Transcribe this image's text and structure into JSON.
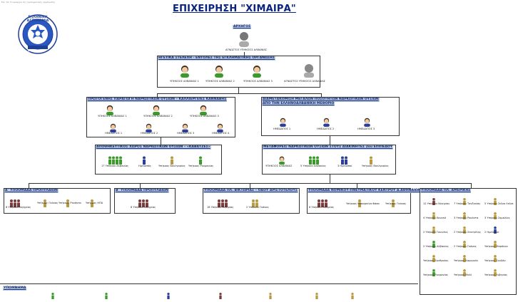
{
  "title": "ΕΠΙΧΕΙΡΗΣΗ \"ΧΙΜΑΙΡΑ\"",
  "top_note": "Εικ. 10. Η ιεραρχία της εγκληματικής οργάνωσης",
  "logo": {
    "text_top": "ΕΛΛΗΝΙΚΗ ΑΣΤΥΝΟΜΙΑ",
    "text_bottom": "ΑΣΤΥΝΟΜΙΑ",
    "colors": {
      "ring": "#1d3f9a",
      "inner": "#2a58c0"
    }
  },
  "leader": {
    "header": "ΑΡΧΗΓΟΣ",
    "label": "ΑΓΝΩΣΤΟΣ ΥΠΗΚΟΟΣ ΑΛΒΑΝΙΑΣ"
  },
  "cadres": {
    "header": "ΗΓΕΤΙΚΑ ΣΤΕΛΕΧΗ - ΕΝΤΟΛΕΣ ΤΗΣ ΕΓΚΛΗΜΑΤΙΚΗΣ ΟΡΓΑΝΩΣΗΣ",
    "items": [
      "ΥΠΗΚΟΟΣ ΑΛΒΑΝΙΑΣ 1",
      "ΥΠΗΚΟΟΣ ΑΛΒΑΝΙΑΣ 2",
      "ΥΠΗΚΟΟΣ ΑΛΒΑΝΙΑΣ 3",
      "ΑΓΝΩΣΤΟΣ ΥΠΗΚΟΟΣ ΑΛΒΑΝΙΑΣ"
    ]
  },
  "production": {
    "header": "ΠΡΩΤΟΓΕΝΗΣ ΠΑΡΑΓΩΓΗ ΝΑΡΚΩΤΙΚΩΝ ΟΥΣΙΩΝ – ΚΑΛΛΙΕΡΓΕΙΕΣ ΚΑΝΝΑΒΗΣ",
    "top": [
      "ΥΠΗΚΟΟΣ ΑΛΒΑΝΙΑΣ 1",
      "ΥΠΗΚΟΟΣ ΑΛΒΑΝΙΑΣ 2",
      "ΥΠΗΚΟΟΣ ΑΛΒΑΝΙΑΣ 3"
    ],
    "bottom": [
      "ΗΜΕΔΑΠΟΣ 1",
      "ΗΜΕΔΑΠΟΣ 2",
      "ΗΜΕΔΑΠΟΣ 3",
      "ΗΜΕΔΑΠΟΣ 4"
    ]
  },
  "border": {
    "header_line1": "ΔΙΑΜΕΤΑΚΟΜΙΣΗ ΜΕΓΑΛΩΝ ΠΟΣΟΤΗΤΩΝ ΝΑΡΚΩΤΙΚΩΝ ΟΥΣΙΩΝ",
    "header_line2": "ΑΠΟ ΤΗΝ ΕΛΛΗΝΟΑΛΒΑΝΙΚΗ ΜΕΘΟΡΙΟ",
    "items": [
      "ΗΜΕΔΑΠΟΣ 1",
      "ΗΜΕΔΑΠΟΣ 2",
      "ΗΜΕΔΑΠΟΣ 3"
    ]
  },
  "storage": {
    "header": "ΑΠΟΘΗΚΕΥΤΙΚΟΣ ΧΩΡΟΣ ΝΑΡΚΩΤΙΚΩΝ ΟΥΣΙΩΝ – «ΚΑΒΑΤΖΕΣ»",
    "items": [
      "17 Υπήκοοι Αλβανίας",
      "Ημεδαπός",
      "Υπήκοος Βουλγαρίας",
      "Υπήκοος Ρουμανίας"
    ]
  },
  "transport": {
    "header": "ΜΕΤΑΦΟΡΕΙΣ ΝΑΡΚΩΤΙΚΩΝ ΟΥΣΙΩΝ ΣΤΟΥΣ ΔΙΑΚΙΝΗΤΕΣ 2ου ΕΠΙΠΕΔΟΥ",
    "items": [
      "ΥΠΗΚΟΟΣ ΑΛΒΑΝΙΑΣ",
      "5 Υπήκοοι Αλβανίας",
      "3 Ημεδαποί",
      "Υπήκοος Βουλγαρίας"
    ]
  },
  "groups": [
    {
      "header": "Α΄ ΥΠΟΟΜΑΔΑ ΠΡΟΠΥΛΑΙΩΝ",
      "items": [
        "8 Υπήκοοι Νιγηρίας",
        "Υπήκοος Γκάνας",
        "Υπήκοος Ρουάντα",
        "Υπήκοος ΗΠΑ"
      ]
    },
    {
      "header": "Β΄ ΥΠΟΟΜΑΔΑ ΠΡΟΠΥΛΑΙΩΝ",
      "items": [
        "8 Υπήκοοι Νιγηρίας"
      ]
    },
    {
      "header": "ΥΠΟΟΜΑΔΑ ΠΛ. ΒΙΚΤΩΡΙΑΣ – ΟΔΟΥ ΑΡΙΣΤΟΤΕΛΟΥΣ",
      "items": [
        "18 Υπήκοοι Νιγηρίας",
        "2 Υπήκοοι Γκάνας"
      ]
    },
    {
      "header": "ΥΠΟΟΜΑΔΑ ΝΟΜΙΚΟΥ-ΠΝΕΥΜΑΤΙΚΟΥ ΚΕΝΤΡΟΥ Δ.ΑΘΗΝΑΙΩΝ",
      "items": [
        "8 Υπήκοοι Νιγηρίας",
        "Υπήκοος Μπουρκίνα Φάσο",
        "Υπήκοος Γκάνας"
      ]
    }
  ],
  "america_group": {
    "header": "ΥΠΟΟΜΑΔΑ ΠΛ. ΑΜΕΡΙΚΗΣ",
    "items": [
      "12 Υπήκοοι Νιγηρίας",
      "7 Υπήκοοι Τανζανίας",
      "5 Υπήκοοι Σιέρα Λεόνε",
      "4 Υπήκοοι Κονγκό",
      "3 Υπήκοοι Ρουάντα",
      "3 Υπήκοοι Σομαλίας",
      "2 Υπήκοοι Γουινέας",
      "2 Υπήκοοι Σενεγάλης",
      "2 Ημεδαποί",
      "2 Υπήκοοι Αλβανίας",
      "2 Υπήκοοι Γκάνας",
      "Υπήκοος Μαρόκου",
      "Υπήκοος Ερυθραίας",
      "Υπήκοος Καμερούν",
      "Υπήκοος Σουδάν",
      "Υπήκοος Ρουμανίας",
      "Υπήκοος Μαλί",
      "Υπήκοος Λιβερίας"
    ]
  },
  "legend": {
    "header": "ΥΠΟΜΝΗΜΑ"
  },
  "colors": {
    "albania": "#3a9a2a",
    "greek": "#2b3f9a",
    "nigeria": "#7a3a3a",
    "ghana": "#b89a40",
    "header_bg": "#b9cbe6",
    "title": "#0a237d"
  }
}
